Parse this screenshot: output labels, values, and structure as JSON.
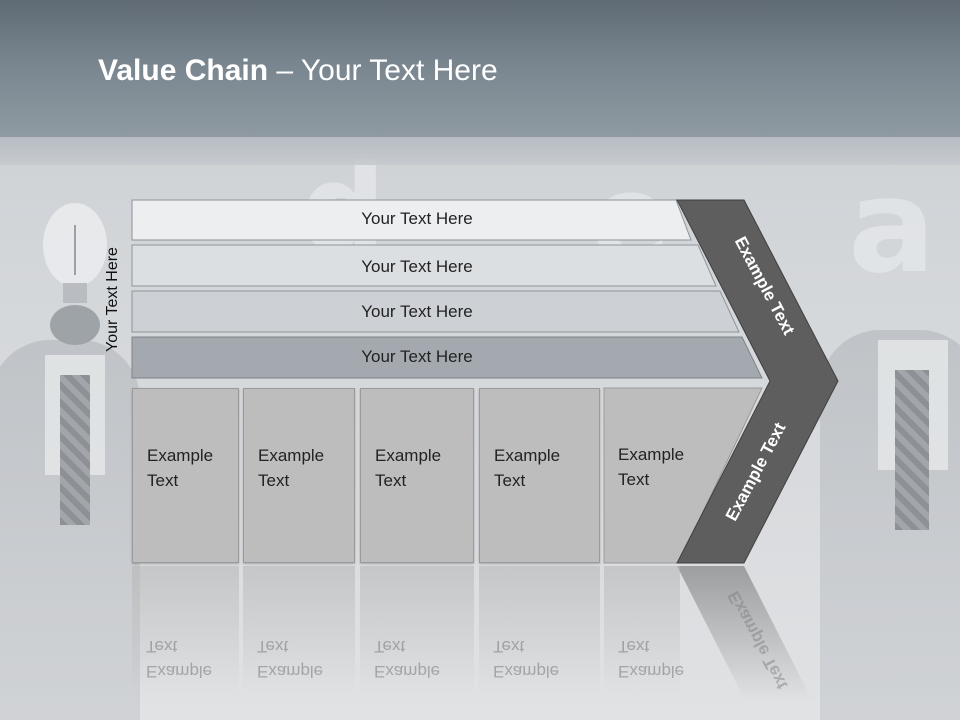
{
  "slide": {
    "title_bold": "Value Chain",
    "title_rest": " – Your Text Here",
    "vertical_label": "Your Text Here",
    "rows": [
      {
        "label": "Your Text Here"
      },
      {
        "label": "Your Text Here"
      },
      {
        "label": "Your Text Here"
      },
      {
        "label": "Your Text Here"
      }
    ],
    "boxes": [
      {
        "line1": "Example",
        "line2": "Text"
      },
      {
        "line1": "Example",
        "line2": "Text"
      },
      {
        "line1": "Example",
        "line2": "Text"
      },
      {
        "line1": "Example",
        "line2": "Text"
      },
      {
        "line1": "Example",
        "line2": "Text"
      }
    ],
    "chevron_upper": "Example Text",
    "chevron_lower": "Example Text"
  },
  "colors": {
    "header": "#79858e",
    "row1": "#eceef0",
    "row2": "#dcdfe2",
    "row3": "#cdd1d5",
    "row4": "#a3a9ae",
    "box": "#bdbdbd",
    "chevron": "#5e5e5e"
  }
}
